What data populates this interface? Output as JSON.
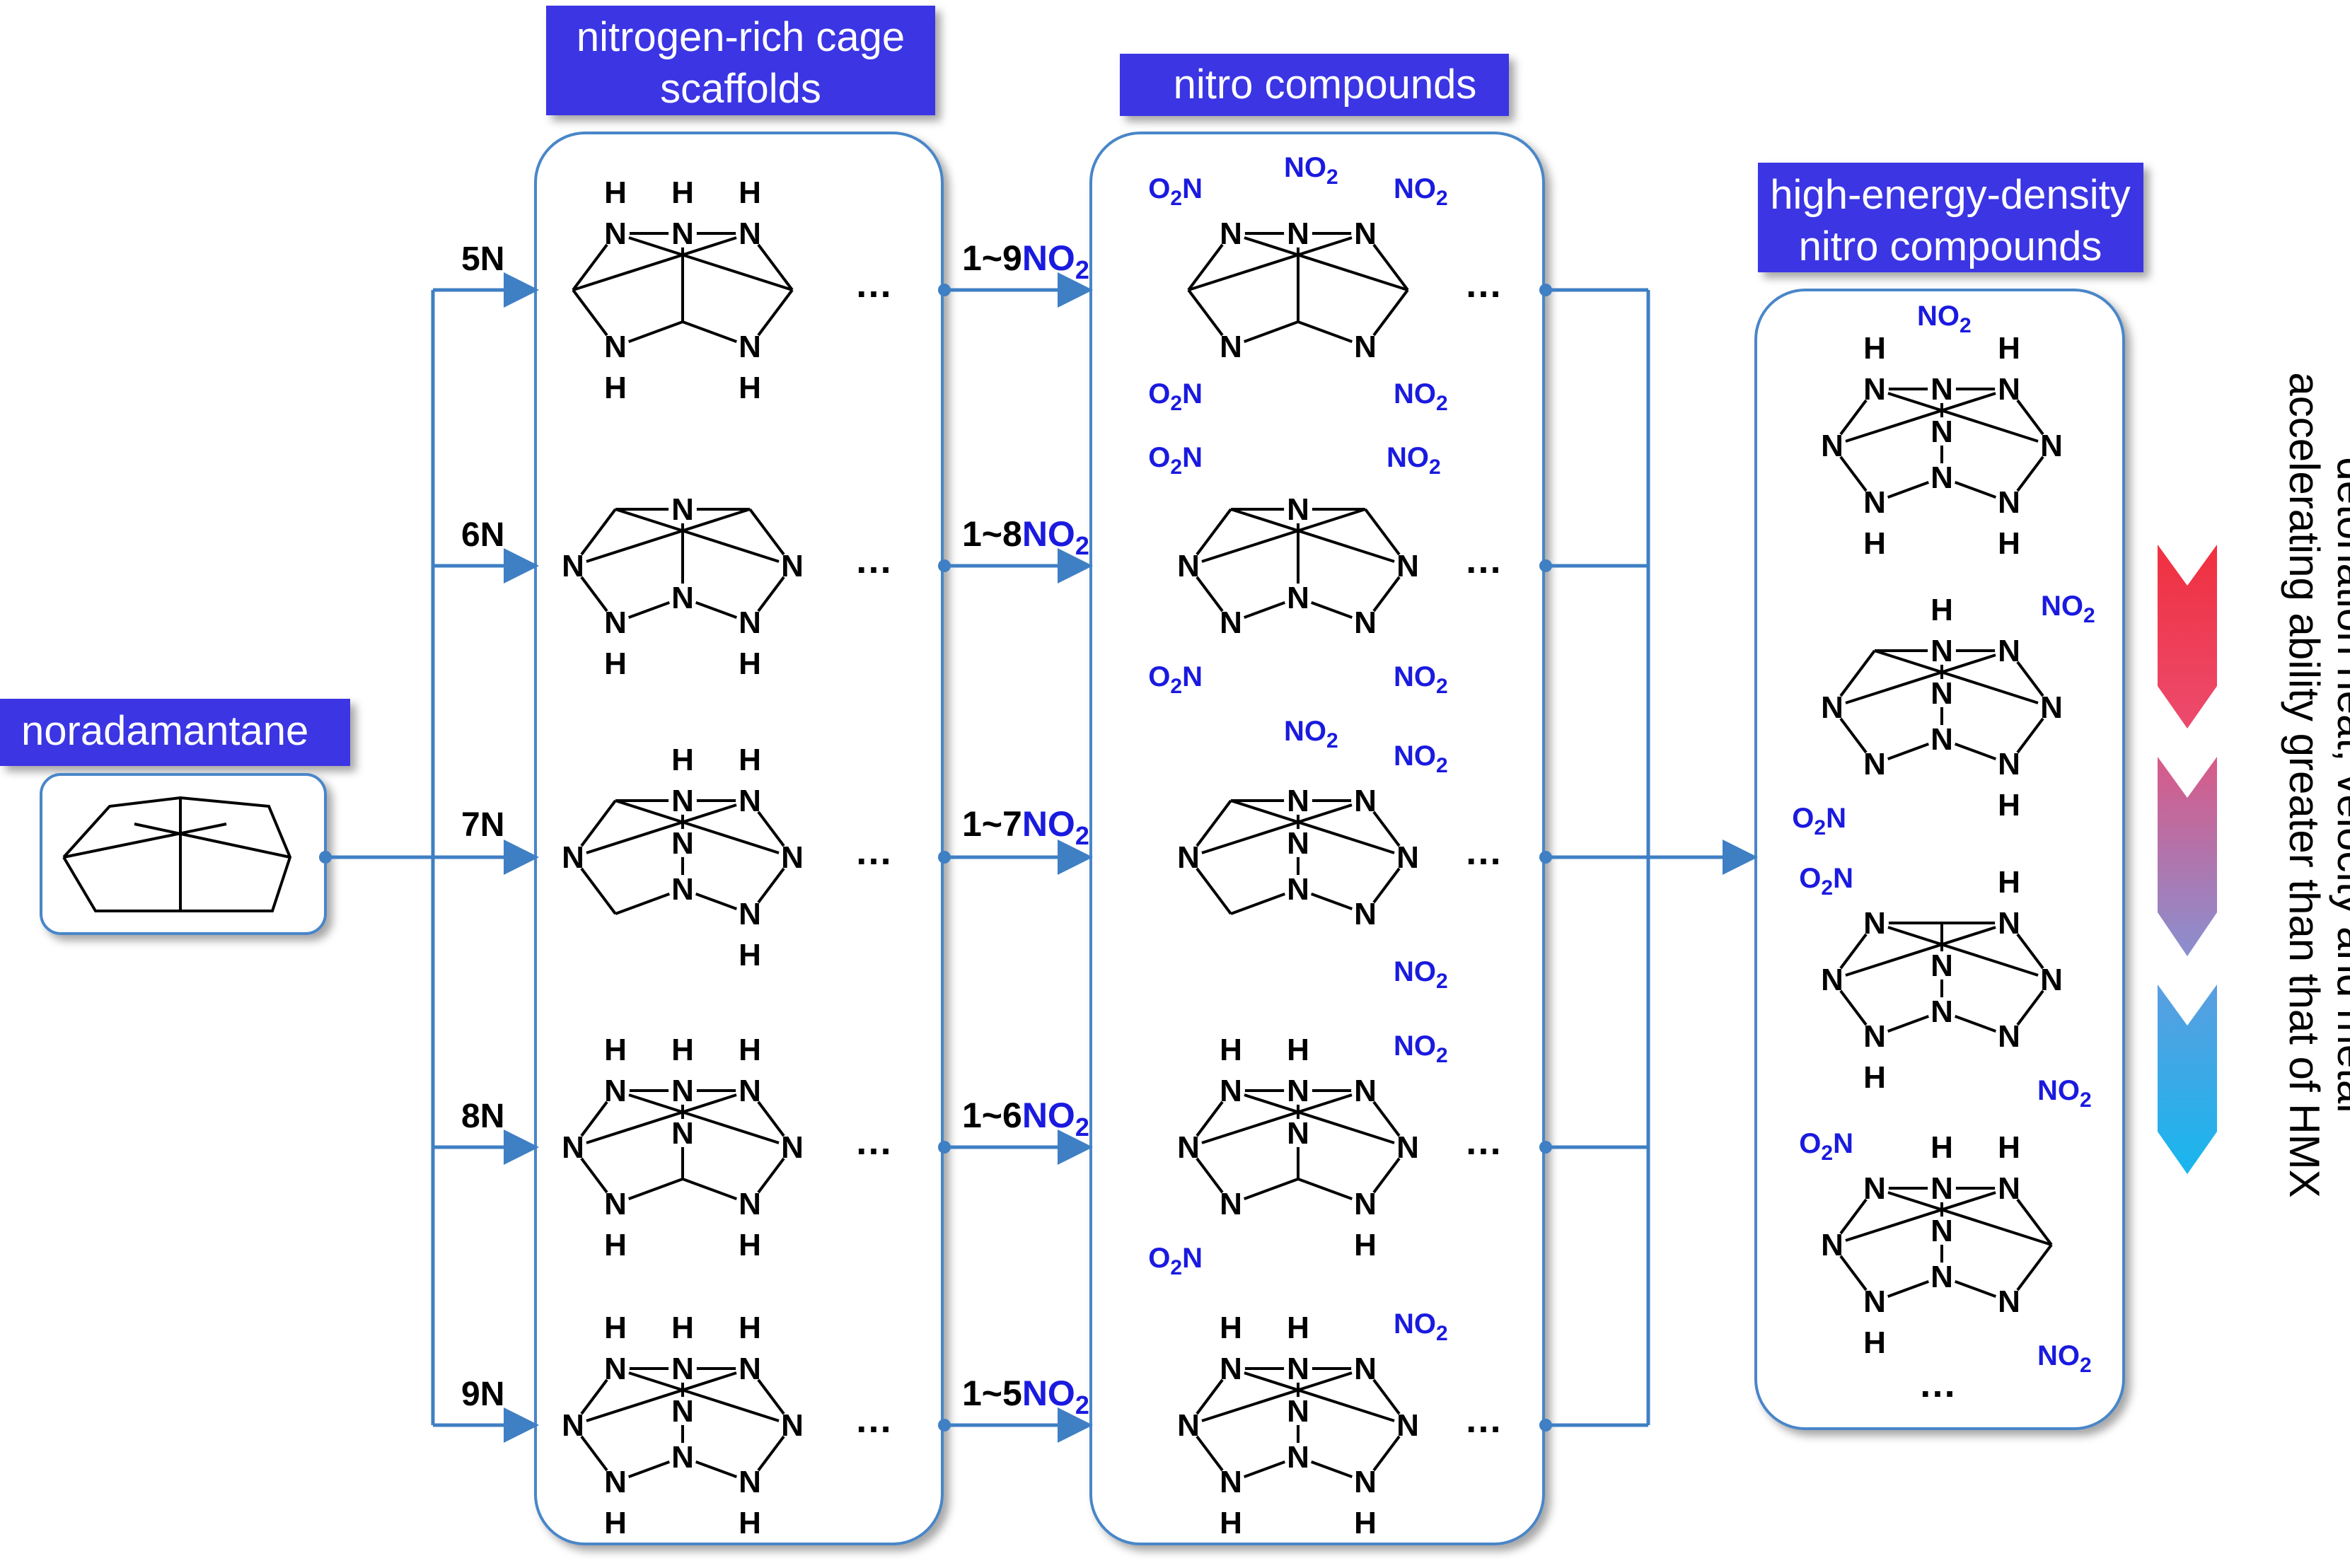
{
  "labels": {
    "noradamantane": "noradamantane",
    "scaffolds_line1": "nitrogen-rich cage",
    "scaffolds_line2": "scaffolds",
    "nitro": "nitro compounds",
    "hed_line1": "high-energy-density",
    "hed_line2": "nitro compounds",
    "side_line1": "detonation heat, velocity and metal",
    "side_line2": "accelerating ability greater than that of HMX"
  },
  "rows": [
    {
      "n_label": "5N",
      "count_prefix": "1~9",
      "count_suffix": "NO",
      "count_sub": "2"
    },
    {
      "n_label": "6N",
      "count_prefix": "1~8",
      "count_suffix": "NO",
      "count_sub": "2"
    },
    {
      "n_label": "7N",
      "count_prefix": "1~7",
      "count_suffix": "NO",
      "count_sub": "2"
    },
    {
      "n_label": "8N",
      "count_prefix": "1~6",
      "count_suffix": "NO",
      "count_sub": "2"
    },
    {
      "n_label": "9N",
      "count_prefix": "1~5",
      "count_suffix": "NO",
      "count_sub": "2"
    }
  ],
  "atoms": {
    "N": "N",
    "H": "H",
    "NO2_main": "NO",
    "O2N_main": "O",
    "O2N_end": "N",
    "sub2": "2"
  },
  "ellipsis": "…",
  "colors": {
    "label_bg": "#3b36e4",
    "box_border": "#4a86c8",
    "connector": "#3f7fc4",
    "nitro_text": "#1a1adf",
    "chevron_top": "#f0303f",
    "chevron_mid": "#c86a9a",
    "chevron_bottom": "#2ab0ea"
  }
}
